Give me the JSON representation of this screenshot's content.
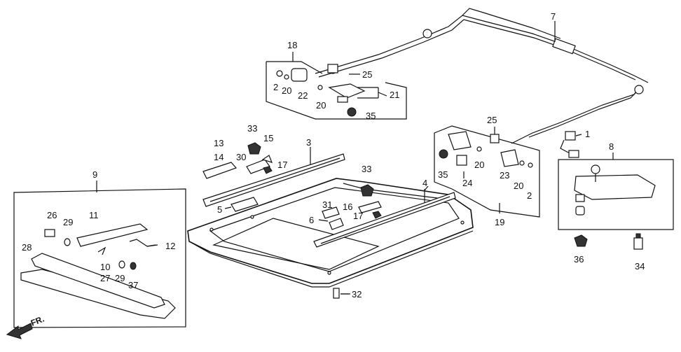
{
  "callouts": [
    {
      "id": "c1",
      "text": "1"
    },
    {
      "id": "c2a",
      "text": "2"
    },
    {
      "id": "c2b",
      "text": "2"
    },
    {
      "id": "c3",
      "text": "3"
    },
    {
      "id": "c4",
      "text": "4"
    },
    {
      "id": "c5",
      "text": "5"
    },
    {
      "id": "c6",
      "text": "6"
    },
    {
      "id": "c7",
      "text": "7"
    },
    {
      "id": "c8",
      "text": "8"
    },
    {
      "id": "c9",
      "text": "9"
    },
    {
      "id": "c10",
      "text": "10"
    },
    {
      "id": "c11",
      "text": "11"
    },
    {
      "id": "c12",
      "text": "12"
    },
    {
      "id": "c13",
      "text": "13"
    },
    {
      "id": "c14",
      "text": "14"
    },
    {
      "id": "c15",
      "text": "15"
    },
    {
      "id": "c16",
      "text": "16"
    },
    {
      "id": "c17a",
      "text": "17"
    },
    {
      "id": "c17b",
      "text": "17"
    },
    {
      "id": "c18",
      "text": "18"
    },
    {
      "id": "c19",
      "text": "19"
    },
    {
      "id": "c20a",
      "text": "20"
    },
    {
      "id": "c20b",
      "text": "20"
    },
    {
      "id": "c20c",
      "text": "20"
    },
    {
      "id": "c20d",
      "text": "20"
    },
    {
      "id": "c21",
      "text": "21"
    },
    {
      "id": "c22",
      "text": "22"
    },
    {
      "id": "c23",
      "text": "23"
    },
    {
      "id": "c24",
      "text": "24"
    },
    {
      "id": "c25a",
      "text": "25"
    },
    {
      "id": "c25b",
      "text": "25"
    },
    {
      "id": "c26",
      "text": "26"
    },
    {
      "id": "c27",
      "text": "27"
    },
    {
      "id": "c28",
      "text": "28"
    },
    {
      "id": "c29a",
      "text": "29"
    },
    {
      "id": "c29b",
      "text": "29"
    },
    {
      "id": "c30",
      "text": "30"
    },
    {
      "id": "c31",
      "text": "31"
    },
    {
      "id": "c32",
      "text": "32"
    },
    {
      "id": "c33a",
      "text": "33"
    },
    {
      "id": "c33b",
      "text": "33"
    },
    {
      "id": "c34",
      "text": "34"
    },
    {
      "id": "c35a",
      "text": "35"
    },
    {
      "id": "c35b",
      "text": "35"
    },
    {
      "id": "c36",
      "text": "36"
    },
    {
      "id": "c37",
      "text": "37"
    }
  ],
  "front_indicator": "FR."
}
